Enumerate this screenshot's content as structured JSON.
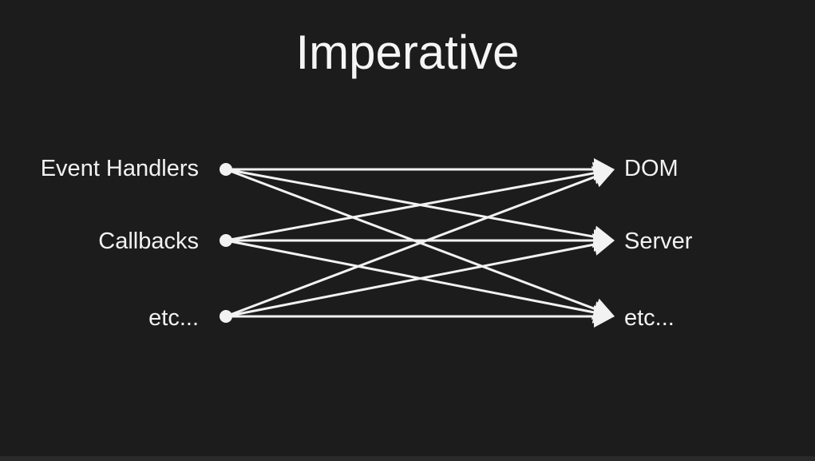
{
  "slide": {
    "title": "Imperative",
    "background_color": "#1c1c1c",
    "stroke_color": "#f2f2f2"
  },
  "sources": [
    {
      "id": "event-handlers",
      "label": "Event Handlers"
    },
    {
      "id": "callbacks",
      "label": "Callbacks"
    },
    {
      "id": "etc-source",
      "label": "etc..."
    }
  ],
  "targets": [
    {
      "id": "dom",
      "label": "DOM"
    },
    {
      "id": "server",
      "label": "Server"
    },
    {
      "id": "etc-target",
      "label": "etc..."
    }
  ],
  "connections": [
    {
      "from": "event-handlers",
      "to": "dom"
    },
    {
      "from": "event-handlers",
      "to": "server"
    },
    {
      "from": "event-handlers",
      "to": "etc-target"
    },
    {
      "from": "callbacks",
      "to": "dom"
    },
    {
      "from": "callbacks",
      "to": "server"
    },
    {
      "from": "callbacks",
      "to": "etc-target"
    },
    {
      "from": "etc-source",
      "to": "dom"
    },
    {
      "from": "etc-source",
      "to": "server"
    },
    {
      "from": "etc-source",
      "to": "etc-target"
    }
  ]
}
